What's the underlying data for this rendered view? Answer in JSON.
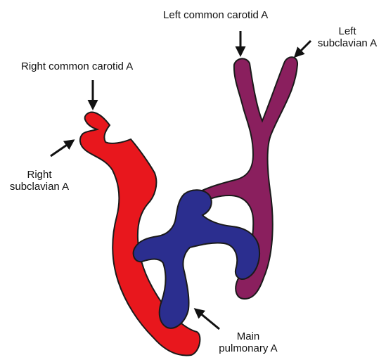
{
  "labels": {
    "left_common_carotid": "Left common carotid A",
    "left_subclavian_line1": "Left",
    "left_subclavian_line2": "subclavian A",
    "right_common_carotid": "Right common carotid A",
    "right_subclavian_line1": "Right",
    "right_subclavian_line2": "subclavian A",
    "main_pulmonary_line1": "Main",
    "main_pulmonary_line2": "pulmonary A"
  },
  "colors": {
    "right_arch": "#e8171d",
    "left_arch": "#8a1f5e",
    "pulmonary": "#2b2e8f",
    "outline": "#1a1a1a",
    "arrow": "#111111"
  },
  "icons": {
    "arrow": "pointer-arrow-icon"
  }
}
